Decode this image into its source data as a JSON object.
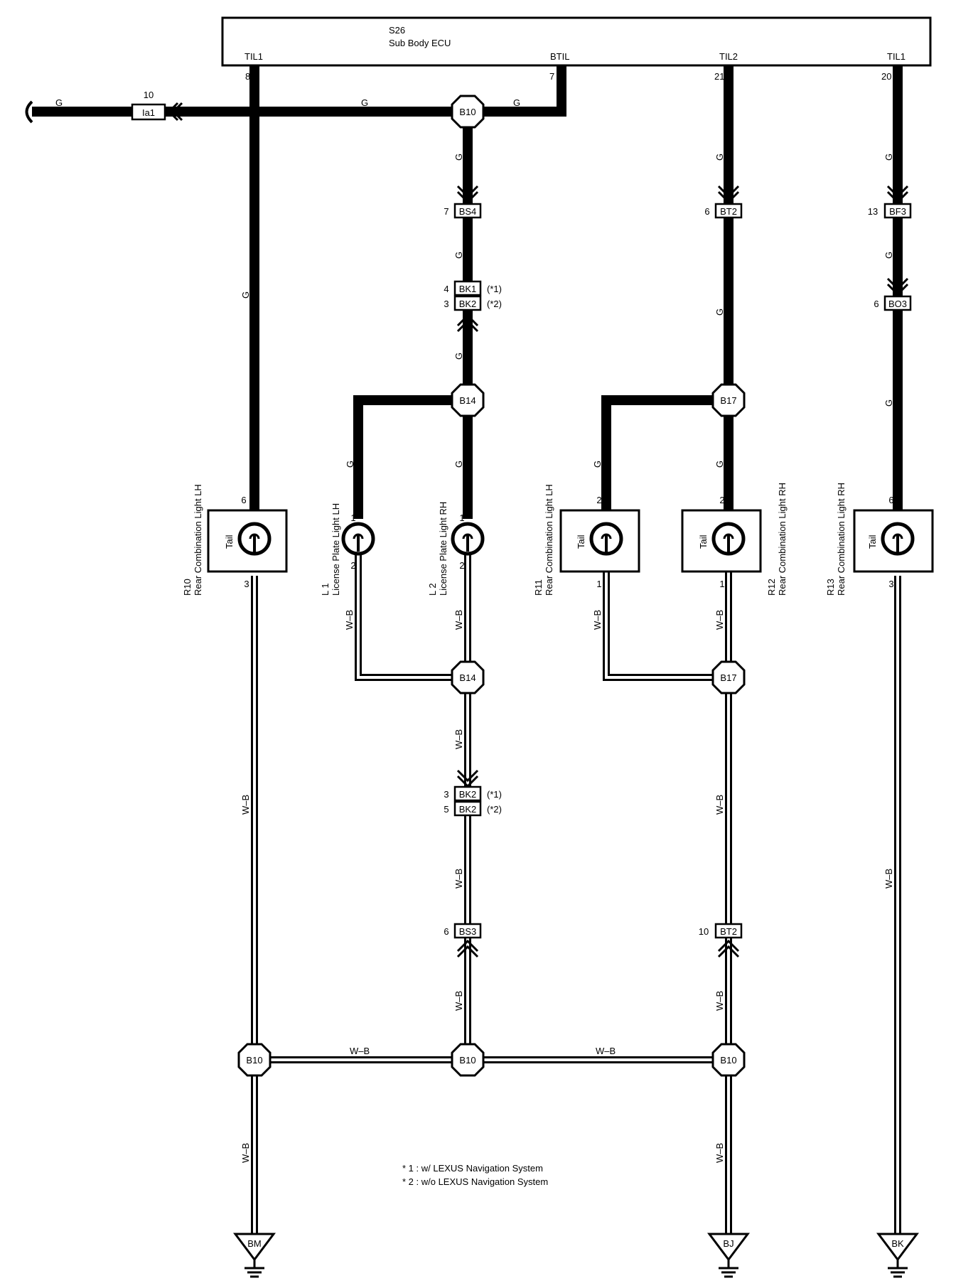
{
  "ecu": {
    "code": "S26",
    "name": "Sub Body ECU",
    "pins": [
      {
        "name": "TIL1",
        "num": "8"
      },
      {
        "name": "BTIL",
        "num": "7"
      },
      {
        "name": "TIL2",
        "num": "21"
      },
      {
        "name": "TIL1",
        "num": "20"
      }
    ]
  },
  "wire_colors": {
    "g": "G",
    "wb": "W–B"
  },
  "left_connector": {
    "pin": "10",
    "code": "Ia1"
  },
  "junctions": {
    "b10": "B10",
    "b14": "B14",
    "b17": "B17"
  },
  "connectors": {
    "bs4": {
      "pin": "7",
      "code": "BS4"
    },
    "bt2_top": {
      "pin": "6",
      "code": "BT2"
    },
    "bf3": {
      "pin": "13",
      "code": "BF3"
    },
    "bk1_top": {
      "pin": "4",
      "code": "BK1",
      "note": "(*1)"
    },
    "bk2_top": {
      "pin": "3",
      "code": "BK2",
      "note": "(*2)"
    },
    "bo3": {
      "pin": "6",
      "code": "BO3"
    },
    "bk2_a": {
      "pin": "3",
      "code": "BK2",
      "note": "(*1)"
    },
    "bk2_b": {
      "pin": "5",
      "code": "BK2",
      "note": "(*2)"
    },
    "bs3": {
      "pin": "6",
      "code": "BS3"
    },
    "bt2_bottom": {
      "pin": "10",
      "code": "BT2"
    }
  },
  "lights": {
    "r10": {
      "code": "R10",
      "name": "Rear Combination Light LH",
      "label": "Tail",
      "pin_in": "6",
      "pin_out": "3"
    },
    "l1": {
      "code": "L 1",
      "name": "License Plate Light LH",
      "pin_in": "1",
      "pin_out": "2"
    },
    "l2": {
      "code": "L 2",
      "name": "License Plate Light RH",
      "pin_in": "1",
      "pin_out": "2"
    },
    "r11": {
      "code": "R11",
      "name": "Rear Combination Light LH",
      "label": "Tail",
      "pin_in": "2",
      "pin_out": "1"
    },
    "r12": {
      "code": "R12",
      "name": "Rear Combination Light RH",
      "label": "Tail",
      "pin_in": "2",
      "pin_out": "1"
    },
    "r13": {
      "code": "R13",
      "name": "Rear Combination Light RH",
      "label": "Tail",
      "pin_in": "6",
      "pin_out": "3"
    }
  },
  "grounds": {
    "bm": "BM",
    "bj": "BJ",
    "bk": "BK"
  },
  "notes": [
    "* 1 : w/ LEXUS Navigation System",
    "* 2 : w/o LEXUS Navigation System"
  ]
}
